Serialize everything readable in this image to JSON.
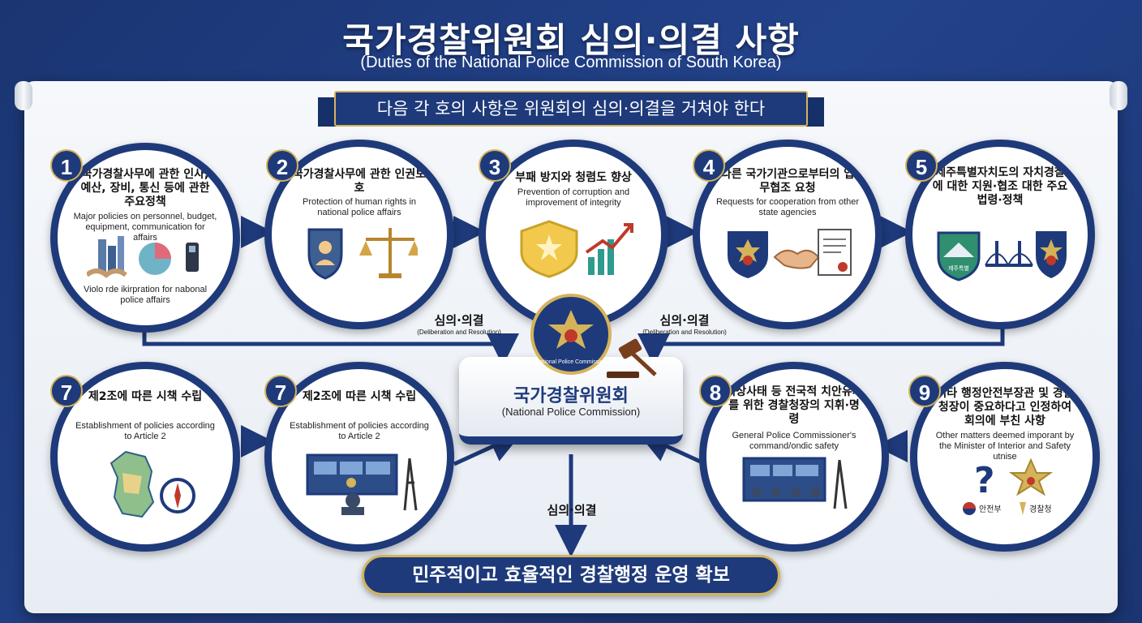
{
  "header": {
    "title": "국가경찰위원회 심의·의결 사항",
    "subtitle": "(Duties of the National Police Commission of South Korea)"
  },
  "ribbon": "다음 각 호의 사항은 위원회의 심의·의결을 거쳐야 한다",
  "items": [
    {
      "num": "1",
      "ko": "국가경찰사무에 관한 인사, 예산, 장비, 통신 등에 관한 주요정책",
      "en": "Major policies on personnel, budget, equipment, communication for affairs",
      "caption": "Violo rde ikirpration for nabonal police affairs"
    },
    {
      "num": "2",
      "ko": "국가경찰사무에 관한 인권보호",
      "en": "Protection of human rights in national police affairs"
    },
    {
      "num": "3",
      "ko": "부패 방지와 청렴도 향상",
      "en": "Prevention of corruption and improvement of integrity"
    },
    {
      "num": "4",
      "ko": "다른 국가기관으로부터의 업무협조 요청",
      "en": "Requests for cooperation from other state agencies"
    },
    {
      "num": "5",
      "ko": "제주특별자치도의 자치경찰에 대한 지원·협조 대한 주요 법령·정책",
      "emblem_text": "제주특별"
    },
    {
      "num": "7",
      "ko": "제2조에 따른 시책 수립",
      "en": "Establishment of policies according to Article 2"
    },
    {
      "num": "7",
      "ko": "제2조에 따른 시책 수립",
      "en": "Establishment of policies according to Article 2"
    },
    {
      "num": "8",
      "ko": "비상사태 등 전국적 치안유지를 위한 경찰청장의 지휘·명령",
      "en": "General Police Commissioner's command/ondic safety"
    },
    {
      "num": "9",
      "ko": "기타 행정안전부장관 및 경찰청장이 중요하다고 인정하여 회의에 부친 사항",
      "en": "Other matters deemed imporant by the Minister of Interior and Safety utnise",
      "logo1": "안전부",
      "logo2": "경찰청"
    }
  ],
  "flow": {
    "left_ko": "심의·의결",
    "left_en": "(Deliberation and Resolution)",
    "right_ko": "심의·의결",
    "right_en": "(Deliberation and Resolution)",
    "bottom_ko": "심의·의결"
  },
  "center": {
    "title": "국가경찰위원회",
    "subtitle": "(National Police Commission)",
    "seal_text": "National Police Commission"
  },
  "banner": "민주적이고 효율적인 경찰행정 운영 확보",
  "colors": {
    "navy": "#1e3a7a",
    "gold": "#d4b35a",
    "board": "#f0f3f8"
  }
}
